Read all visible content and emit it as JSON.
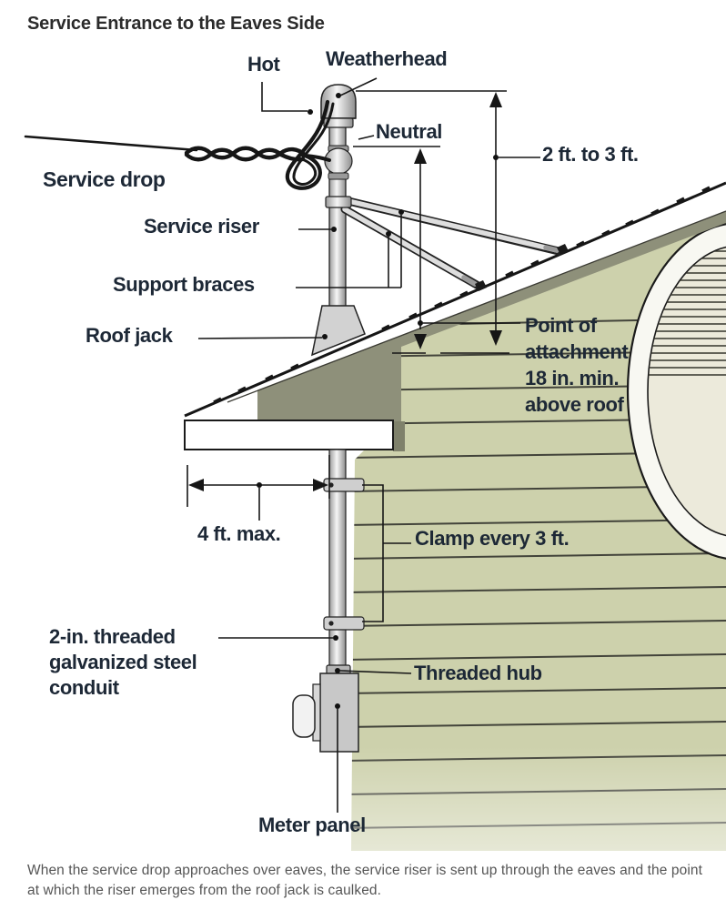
{
  "title": "Service Entrance to the Eaves Side",
  "caption": "When the service drop approaches over eaves, the service riser is sent up through the eaves and the point at which the riser emerges from the roof jack is caulked.",
  "colors": {
    "label_text": "#1d2836",
    "title_text": "#2b2b2b",
    "caption_text": "#555555",
    "siding": "#cdd1ac",
    "siding_line": "#42433a",
    "roof_shadow": "#8e907a",
    "pipe_gray": "#d8d8d8",
    "panel_gray": "#c8c8c8",
    "outline": "#1a1a1a"
  },
  "labels": {
    "hot": "Hot",
    "weatherhead": "Weatherhead",
    "neutral": "Neutral",
    "service_drop": "Service drop",
    "two_to_three_ft": "2 ft. to 3 ft.",
    "service_riser": "Service riser",
    "support_braces": "Support braces",
    "roof_jack": "Roof jack",
    "point_of_attachment": [
      "Point of",
      "attachment",
      "18 in. min.",
      "above roof"
    ],
    "four_ft_max": "4 ft. max.",
    "clamp_every": "Clamp every 3 ft.",
    "conduit": [
      "2-in. threaded",
      "galvanized steel",
      "conduit"
    ],
    "threaded_hub": "Threaded hub",
    "meter_panel": "Meter panel"
  }
}
